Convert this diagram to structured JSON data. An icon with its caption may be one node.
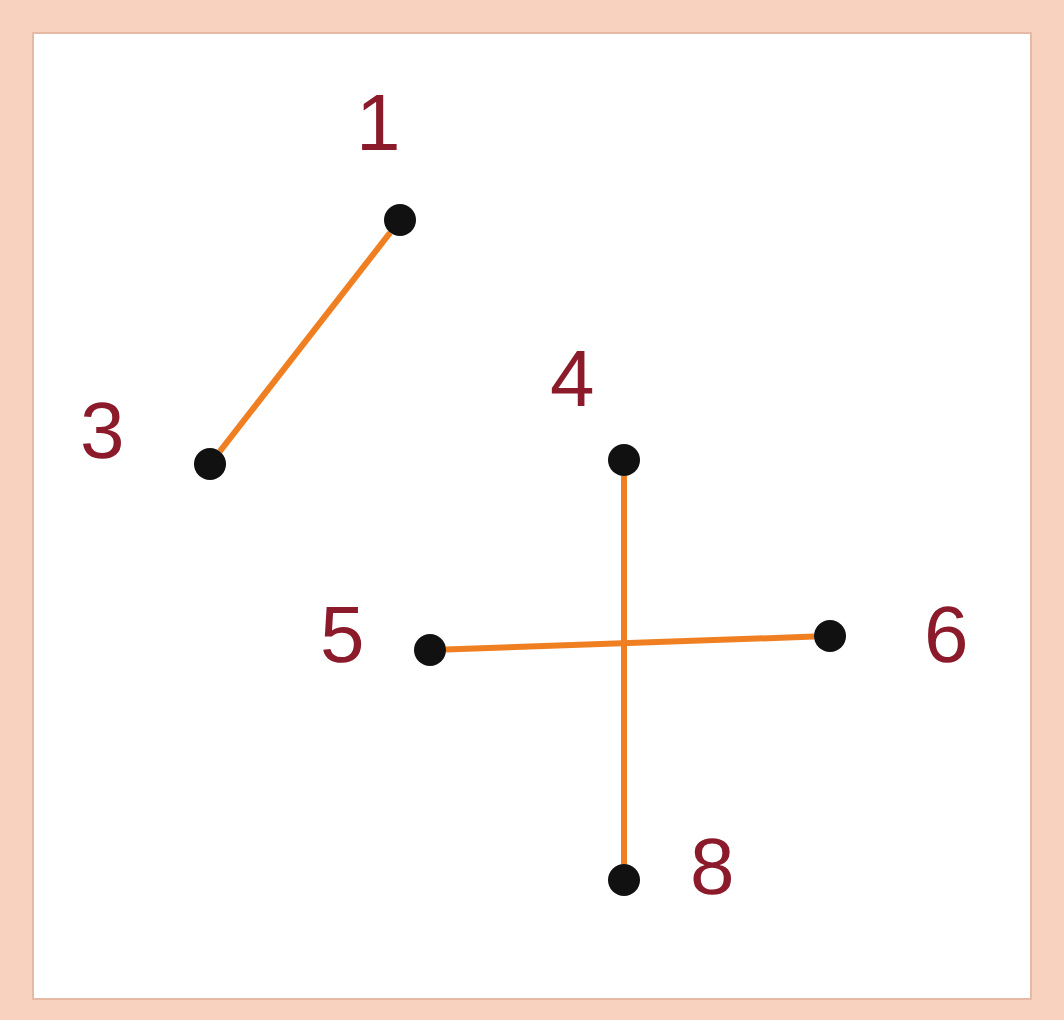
{
  "diagram": {
    "nodes": [
      {
        "text": [],
        "shape": "circle",
        "beside": [
          "1"
        ]
      },
      {
        "text": [],
        "shape": "circle",
        "beside": [
          "3"
        ]
      },
      {
        "text": [],
        "shape": "circle",
        "beside": [
          "4"
        ]
      },
      {
        "text": [],
        "shape": "circle",
        "beside": [
          "5"
        ]
      },
      {
        "text": [],
        "shape": "circle",
        "beside": [
          "6"
        ]
      },
      {
        "text": [],
        "shape": "circle",
        "beside": [
          "8"
        ]
      }
    ],
    "edges": [
      {
        "from": 0,
        "to": 1,
        "arrow": "none"
      },
      {
        "from": 2,
        "to": 5,
        "arrow": "none"
      },
      {
        "from": 3,
        "to": 4,
        "arrow": "none"
      }
    ]
  }
}
